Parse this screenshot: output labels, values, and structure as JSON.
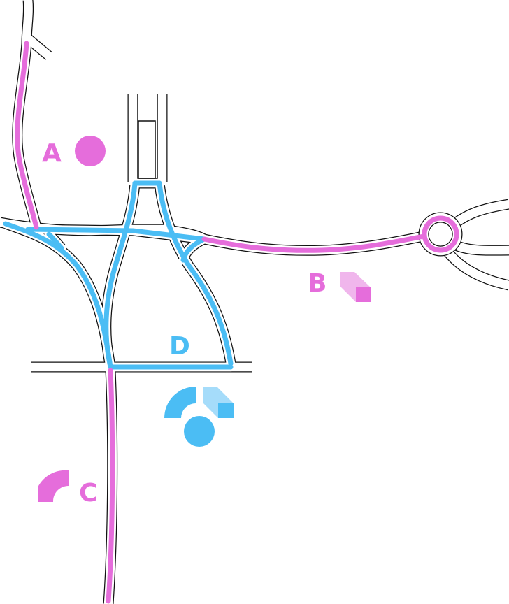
{
  "colors": {
    "magenta": "#e56ddb",
    "magenta_light": "#f0b6ec",
    "blue": "#4bbdf4",
    "blue_light": "#a5dcfa",
    "road_outline": "#111111"
  },
  "labels": {
    "a": {
      "text": "A",
      "symbol": "circle-icon",
      "route_color": "magenta"
    },
    "b": {
      "text": "B",
      "symbol": "cuboid-icon",
      "route_color": "magenta"
    },
    "c": {
      "text": "C",
      "symbol": "quarter-ring-icon",
      "route_color": "magenta"
    },
    "d": {
      "text": "D",
      "symbol": "combined-shapes-icon",
      "route_color": "blue"
    }
  }
}
